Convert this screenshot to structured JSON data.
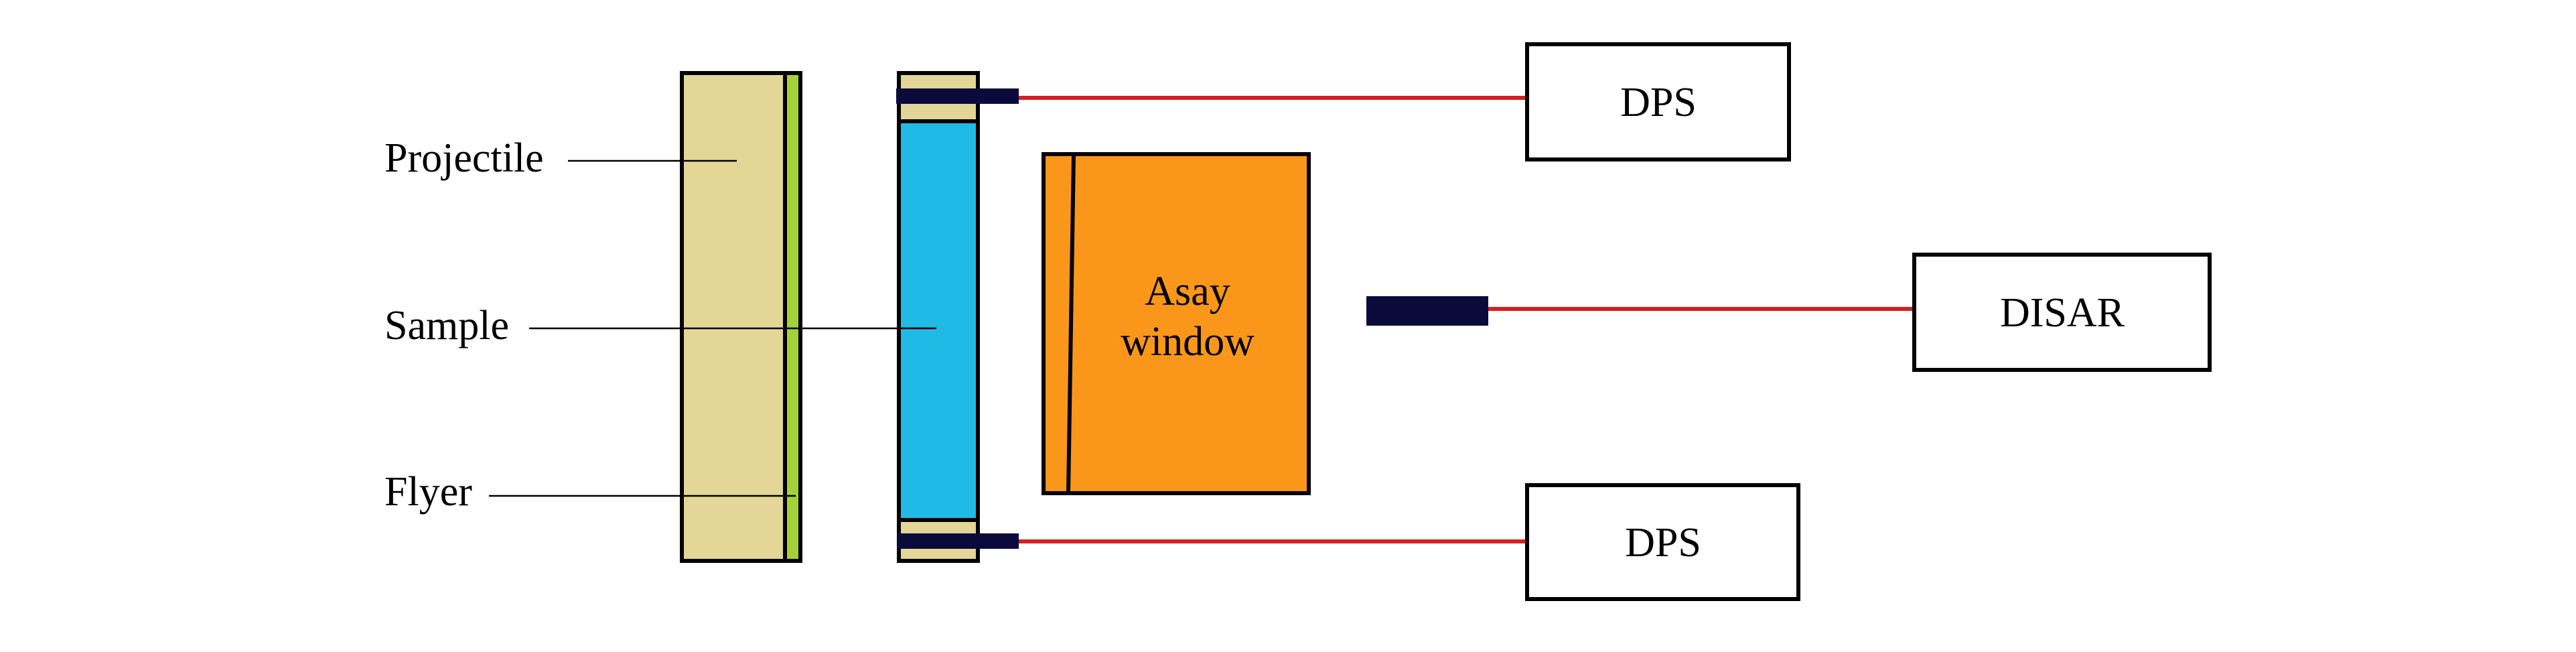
{
  "labels": {
    "projectile": "Projectile",
    "sample": "Sample",
    "flyer": "Flyer",
    "window_line1": "Asay",
    "window_line2": "window",
    "dps_top": "DPS",
    "disar": "DISAR",
    "dps_bottom": "DPS"
  },
  "colors": {
    "projectile": "#E3D696",
    "flyer": "#A3D13B",
    "sample": "#1FBBE6",
    "window": "#FA971A",
    "probe": "#0B0B3B",
    "fiber": "#D42020"
  }
}
